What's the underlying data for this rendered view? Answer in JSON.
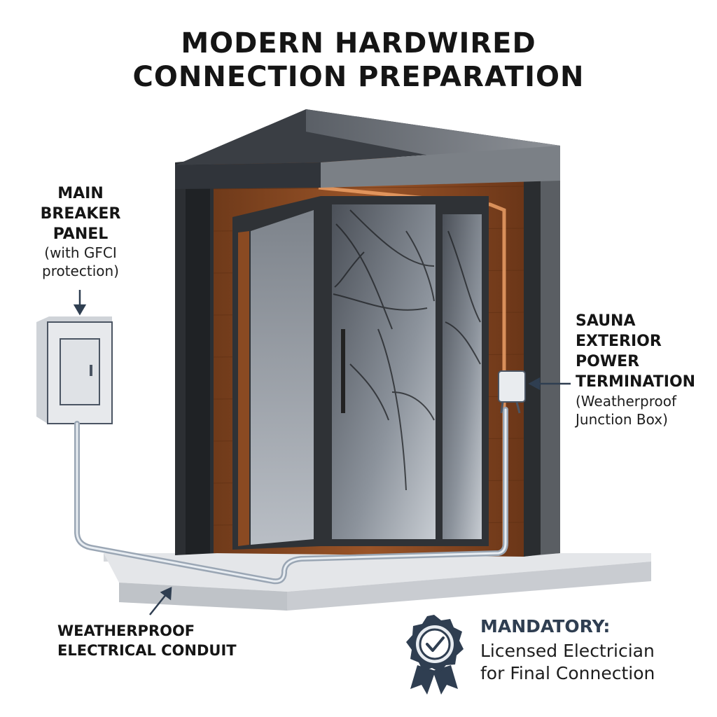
{
  "title": {
    "line1": "MODERN HARDWIRED",
    "line2": "CONNECTION PREPARATION"
  },
  "breaker_panel": {
    "label_line1": "MAIN",
    "label_line2": "BREAKER",
    "label_line3": "PANEL",
    "note_line1": "(with GFCI",
    "note_line2": "protection)"
  },
  "sauna_termination": {
    "label_line1": "SAUNA",
    "label_line2": "EXTERIOR",
    "label_line3": "POWER",
    "label_line4": "TERMINATION",
    "note_line1": "(Weatherproof",
    "note_line2": "Junction Box)"
  },
  "conduit": {
    "label_line1": "WEATHERPROOF",
    "label_line2": "ELECTRICAL CONDUIT"
  },
  "mandatory": {
    "title": "MANDATORY:",
    "line1": "Licensed Electrician",
    "line2": "for Final Connection",
    "badge_icon": "award-ribbon-checkmark-icon"
  },
  "colors": {
    "accent": "#2f3e51",
    "wood": "#8a4a22",
    "frame": "#2c2f33",
    "conduit": "#9aa6b4"
  }
}
